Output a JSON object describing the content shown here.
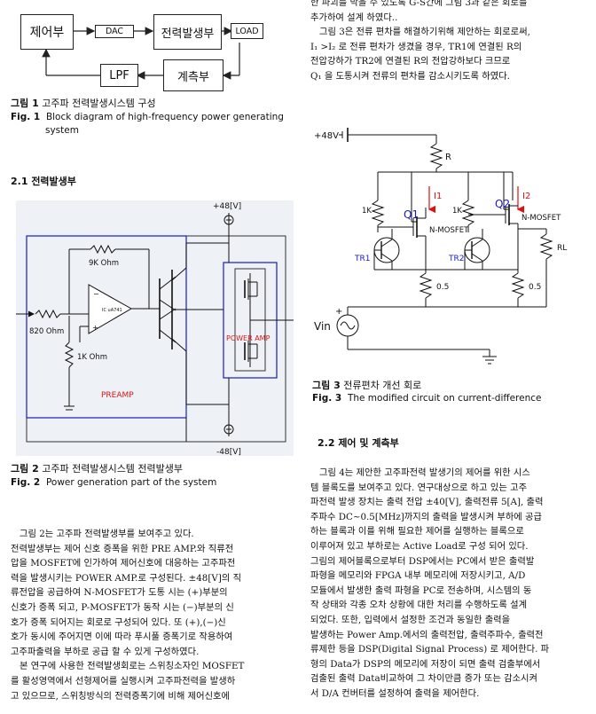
{
  "fig1": {
    "blocks": {
      "control": "제어부",
      "dac": "DAC",
      "power_gen": "전력발생부",
      "load": "LOAD",
      "lpf": "LPF",
      "measure": "계측부"
    },
    "caption_ko_label": "그림 1",
    "caption_ko": "고주파 전력발생시스템 구성",
    "caption_en_label": "Fig. 1",
    "caption_en_line1": "Block diagram of high-frequency power generating",
    "caption_en_line2": "system"
  },
  "section_2_1": "2.1 전력발생부",
  "fig2": {
    "labels": {
      "plus48": "+48[V]",
      "minus48": "-48[V]",
      "r9k": "9K Ohm",
      "r820": "820 Ohm",
      "r1k": "1K Ohm",
      "opamp": "IC uA741",
      "preamp": "PREAMP",
      "poweramp": "POWER AMP"
    },
    "caption_ko_label": "그림 2",
    "caption_ko": "고주파 전력발생시스템 전력발생부",
    "caption_en_label": "Fig. 2",
    "caption_en": "Power generation part of the system"
  },
  "left_paragraph": [
    "그림 2는 고주파 전력발생부를 보여주고 있다.",
    "전력발생부는 제어 신호 증폭을 위한 PRE AMP.와 직류전",
    "압을 MOSFET에 인가하여 제어신호에 대응하는 고주파전",
    "력을 발생시키는 POWER AMP.로 구성된다. ±48[V]의 직",
    "류전압을 공급하여 N-MOSFET가 도통 시는 (+)부분의",
    "신호가 증폭 되고, P-MOSFET가 동작 시는 (−)부분의 신",
    "호가 증폭 되어지는 회로로 구성되어 있다. 또 (+),(−)신",
    "호가 동시에 주어지면 이에 따라 푸시풀 증폭기로 작용하여",
    "고주파출력을 부하로 공급 할 수 있게 구성하였다.",
    "본 연구에 사용한 전력발생회로는 스위칭소자인 MOSFET",
    "를 활성영역에서 선형제어를 실행시켜 고주파전력을 발생하",
    "고 있으므로, 스위칭방식의 전력증폭기에 비해 제어신호에"
  ],
  "right_top_paragraph": [
    "한 파괴를 막을 수 있도록 G-S간에 그림 3과 같은 회로를",
    "추가하여 설계 하였다..",
    "그림 3은 전류 편차를 해결하기위해 제안하는 회로로써,",
    "I₁ >I₂ 로 전류 편차가 생겼을 경우, TR1에 연결된 R의",
    "전압강하가 TR2에 연결된 R의 전압강하보다 크므로",
    "Q₁ 을 도통시켜 전류의 편차를 감소시키도록 하였다."
  ],
  "fig3": {
    "labels": {
      "vcc": "+48V",
      "r_top": "R",
      "i1": "I1",
      "i2": "I2",
      "q1": "Q1",
      "q2": "Q2",
      "nmos1": "N-MOSFET",
      "nmos2": "N-MOSFET",
      "r1k_a": "1K",
      "r1k_b": "1K",
      "tr1": "TR1",
      "tr2": "TR2",
      "r05_a": "0.5",
      "r05_b": "0.5",
      "rl": "RL",
      "vin": "Vin",
      "plus": "+"
    },
    "caption_ko_label": "그림 3",
    "caption_ko": "전류편차 개선 회로",
    "caption_en_label": "Fig. 3",
    "caption_en": "The modified circuit on current-difference"
  },
  "section_2_2": "2.2 제어 및 계측부",
  "right_bottom_paragraph": [
    "그림 4는 제안한 고주파전력 발생기의 제어를 위한 시스",
    "템 블록도를 보여주고 있다. 연구대상으로 하고 있는 고주",
    "파전력 발생 장치는 출력 전압 ±40[V], 출력전류 5[A], 출력",
    "주파수 DC~0.5[MHz]까지의 출력을 발생시켜 부하에 공급",
    "하는 블록과 이를 위해 필요한 제어를 실행하는 블록으로",
    "이루어져 있고 부하로는 Active Load로 구성 되어 있다.",
    "그림의 제어블록으로부터 DSP에서는 PC에서 받은 출력발",
    "파형을 메모리와 FPGA 내부 메모리에 저장시키고, A/D",
    "모듈에서 발생한 출력 파형을 PC로 전송하며, 시스템의 동",
    "작 상태와 각종 오차 상황에 대한 처리를 수행하도록 설계",
    "되었다. 또한, 입력에서 설정한 조건과 동일한 출력을",
    "발생하는 Power Amp.에서의 출력전압, 출력주파수, 출력전",
    "류제한 등을 DSP(Digital Signal Process) 로 제어한다. 파",
    "형의 Data가 DSP의 메모리에 저장이 되면 출력 검출부에서",
    "검출된 출력 Data비교하여 그 차이만큼 증가 또는 감소시켜",
    "서 D/A 컨버터를 설정하여 출력을 제어한다."
  ]
}
